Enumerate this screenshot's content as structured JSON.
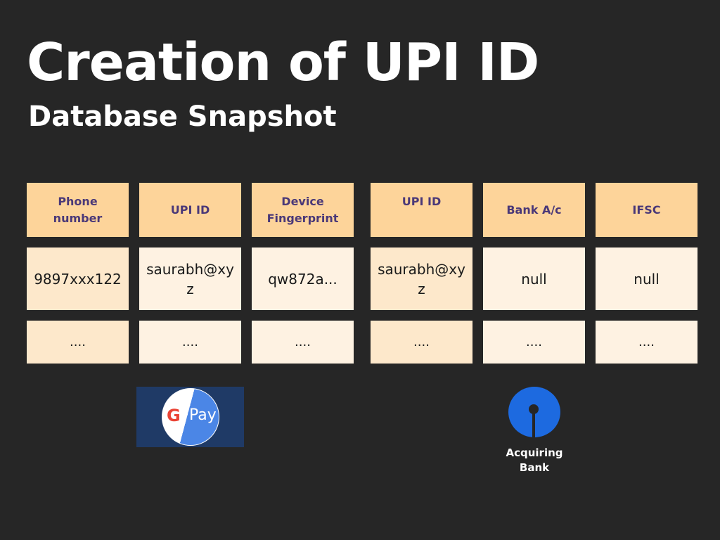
{
  "title": "Creation of UPI ID",
  "subtitle": "Database Snapshot",
  "table_left": {
    "headers": [
      "Phone number",
      "UPI ID",
      "Device Fingerprint"
    ],
    "rows": [
      [
        "9897xxx122",
        "saurabh@xyz",
        "qw872a..."
      ],
      [
        "....",
        "....",
        "...."
      ]
    ]
  },
  "table_right": {
    "headers": [
      "UPI ID",
      "Bank A/c",
      "IFSC"
    ],
    "rows": [
      [
        "saurabh@xyz",
        "null",
        "null"
      ],
      [
        "....",
        "....",
        "...."
      ]
    ]
  },
  "gpay": {
    "g": "G",
    "label": "Pay"
  },
  "bank": {
    "label": "Acquiring Bank",
    "color": "#1d6ae0"
  }
}
